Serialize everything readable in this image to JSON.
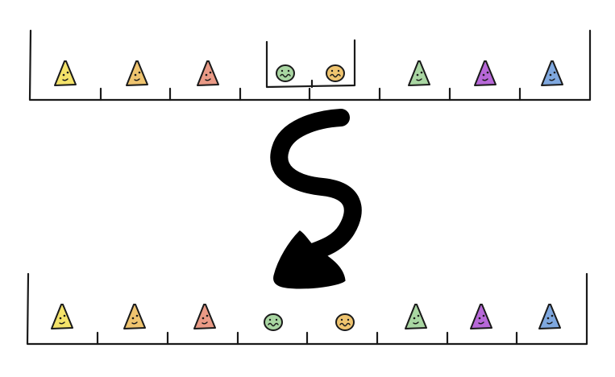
{
  "colors": {
    "ink": "#1a1a1a",
    "background": "#ffffff",
    "yellow": "#f4e36a",
    "orange": "#efc46f",
    "red": "#ea9a86",
    "green": "#a9d6a2",
    "purple": "#b768d8",
    "blue": "#7fa8df",
    "arrow": "#000000"
  },
  "top_row": {
    "items": [
      {
        "shape": "triangle",
        "color": "yellow",
        "icon": "yellow-triangle-icon"
      },
      {
        "shape": "triangle",
        "color": "orange",
        "icon": "orange-triangle-icon"
      },
      {
        "shape": "triangle",
        "color": "red",
        "icon": "red-triangle-icon"
      },
      {
        "shape": "circle",
        "color": "green",
        "icon": "green-circle-icon",
        "lifted": true
      },
      {
        "shape": "circle",
        "color": "orange",
        "icon": "orange-circle-icon",
        "lifted": true
      },
      {
        "shape": "triangle",
        "color": "green",
        "icon": "green-triangle-icon"
      },
      {
        "shape": "triangle",
        "color": "purple",
        "icon": "purple-triangle-icon"
      },
      {
        "shape": "triangle",
        "color": "blue",
        "icon": "blue-triangle-icon"
      }
    ]
  },
  "bottom_row": {
    "items": [
      {
        "shape": "triangle",
        "color": "yellow",
        "icon": "yellow-triangle-icon"
      },
      {
        "shape": "triangle",
        "color": "orange",
        "icon": "orange-triangle-icon"
      },
      {
        "shape": "triangle",
        "color": "red",
        "icon": "red-triangle-icon"
      },
      {
        "shape": "circle",
        "color": "green",
        "icon": "green-circle-icon"
      },
      {
        "shape": "circle",
        "color": "orange",
        "icon": "orange-circle-icon"
      },
      {
        "shape": "triangle",
        "color": "green",
        "icon": "green-triangle-icon"
      },
      {
        "shape": "triangle",
        "color": "purple",
        "icon": "purple-triangle-icon"
      },
      {
        "shape": "triangle",
        "color": "blue",
        "icon": "blue-triangle-icon"
      }
    ]
  },
  "arrow": {
    "icon": "s-curve-arrow-icon",
    "direction": "down"
  }
}
